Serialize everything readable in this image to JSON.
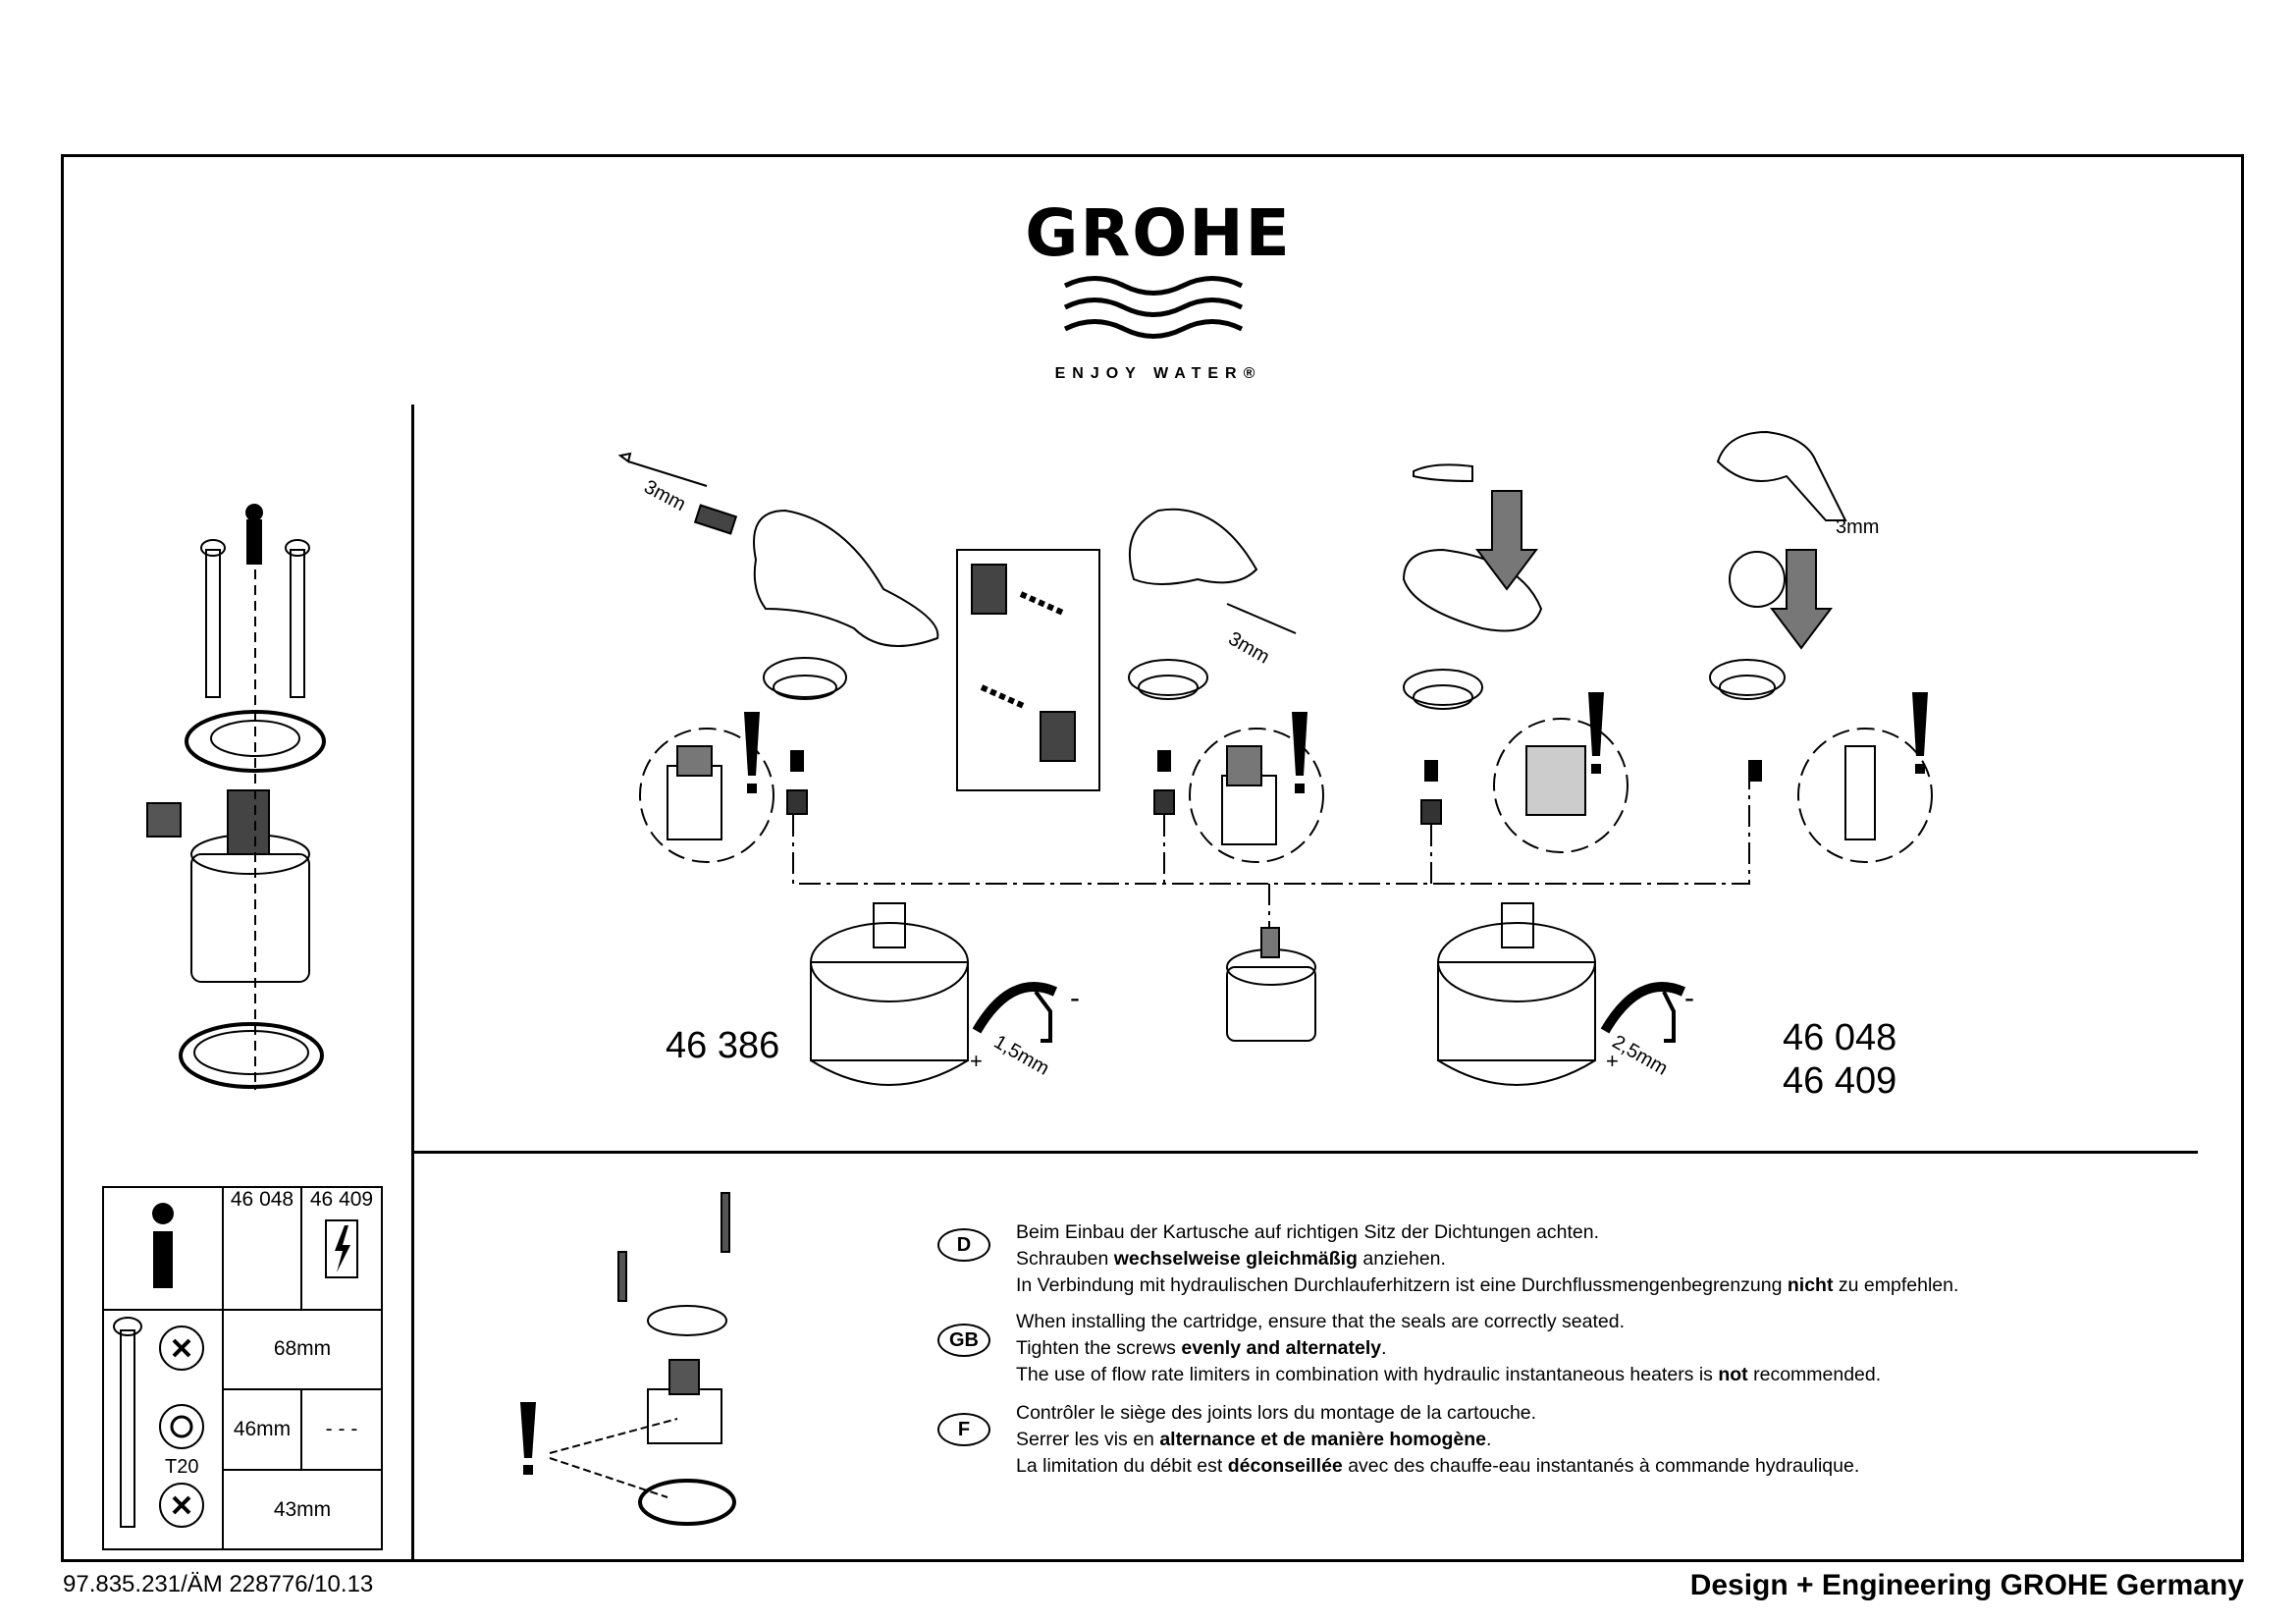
{
  "brand": {
    "name": "GROHE",
    "tagline": "ENJOY WATER®"
  },
  "diagram": {
    "hex_key_labels": [
      "3mm",
      "3mm",
      "3mm"
    ],
    "wrench_labels": [
      "1,5mm",
      "2,5mm"
    ],
    "plus_sign": "+",
    "minus_sign": "-",
    "cartridge_left_number": "46 386",
    "cartridge_right_numbers": [
      "46 048",
      "46 409"
    ]
  },
  "spec_table": {
    "col1": "46 048",
    "col2": "46 409",
    "rows": [
      {
        "value": "68mm"
      },
      {
        "tool": "T20",
        "value_a": "46mm",
        "value_b": "- - -"
      },
      {
        "value": "43mm"
      }
    ]
  },
  "instructions": [
    {
      "lang": "D",
      "lines": [
        [
          {
            "t": "Beim Einbau der Kartusche auf richtigen Sitz der Dichtungen achten."
          }
        ],
        [
          {
            "t": "Schrauben "
          },
          {
            "t": "wechselweise gleichmäßig",
            "b": true
          },
          {
            "t": " anziehen."
          }
        ],
        [
          {
            "t": "In Verbindung mit hydraulischen Durchlauferhitzern ist eine Durchflussmengenbegrenzung "
          },
          {
            "t": "nicht",
            "b": true
          },
          {
            "t": " zu empfehlen."
          }
        ]
      ]
    },
    {
      "lang": "GB",
      "lines": [
        [
          {
            "t": "When installing the cartridge, ensure that the seals are correctly seated."
          }
        ],
        [
          {
            "t": "Tighten the screws "
          },
          {
            "t": "evenly and alternately",
            "b": true
          },
          {
            "t": "."
          }
        ],
        [
          {
            "t": "The use of flow rate limiters in combination with hydraulic instantaneous heaters is "
          },
          {
            "t": "not",
            "b": true
          },
          {
            "t": " recommended."
          }
        ]
      ]
    },
    {
      "lang": "F",
      "lines": [
        [
          {
            "t": "Contrôler le siège des joints lors du montage de la cartouche."
          }
        ],
        [
          {
            "t": "Serrer les vis en "
          },
          {
            "t": "alternance et de manière homogène",
            "b": true
          },
          {
            "t": "."
          }
        ],
        [
          {
            "t": "La limitation du débit est "
          },
          {
            "t": "déconseillée",
            "b": true
          },
          {
            "t": " avec des chauffe-eau instantanés à commande hydraulique."
          }
        ]
      ]
    }
  ],
  "footer": {
    "doc_number": "97.835.231/ÄM 228776/10.13",
    "credit": "Design + Engineering GROHE Germany"
  }
}
